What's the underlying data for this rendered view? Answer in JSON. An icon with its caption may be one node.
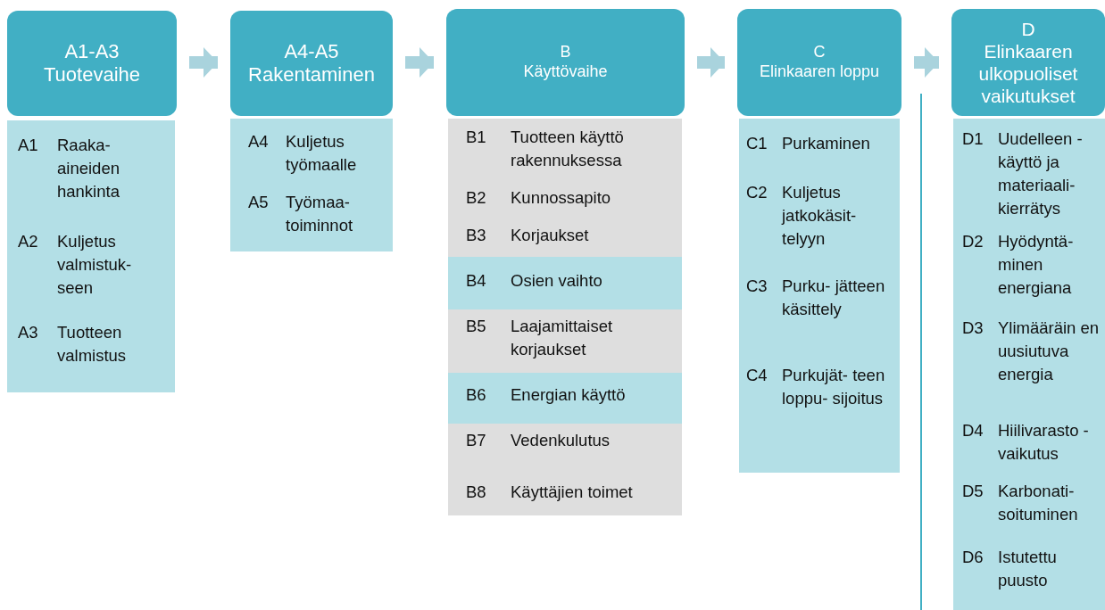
{
  "diagram": {
    "nodes": [
      {
        "text": [
          "A1-A3",
          "Tuotevaihe"
        ]
      },
      {
        "text": [],
        "shape": "box"
      },
      {
        "text": [
          "A1",
          "Raaka- aineiden hankinta"
        ],
        "in": 1
      },
      {
        "text": [
          "A2",
          "Kuljetus valmistuk- seen"
        ],
        "in": 1
      },
      {
        "text": [
          "A3",
          "Tuotteen valmistus"
        ],
        "in": 1
      },
      {
        "text": [
          "A4-A5",
          "Rakentaminen"
        ]
      },
      {
        "text": [],
        "shape": "box"
      },
      {
        "text": [
          "A4",
          "Kuljetus työmaalle"
        ],
        "in": 6
      },
      {
        "text": [
          "A5",
          "Työmaa- toiminnot"
        ],
        "in": 6
      },
      {
        "text": [
          "B",
          "Käyttövaihe"
        ]
      },
      {
        "text": [],
        "shape": "box"
      },
      {
        "text": [
          "B1",
          "Tuotteen käyttö rakennuksessa"
        ],
        "in": 10
      },
      {
        "text": [
          "B2",
          "Kunnossapito"
        ],
        "in": 10
      },
      {
        "text": [
          "B3",
          "Korjaukset"
        ],
        "in": 10
      },
      {
        "text": [
          "B4",
          "Osien vaihto"
        ],
        "in": 10
      },
      {
        "text": [
          "B5",
          "Laajamittaiset korjaukset"
        ],
        "in": 10
      },
      {
        "text": [
          "B6",
          "Energian käyttö"
        ],
        "in": 10
      },
      {
        "text": [
          "B7",
          "Vedenkulutus"
        ],
        "in": 10
      },
      {
        "text": [
          "B8",
          "Käyttäjien toimet"
        ],
        "in": 10
      },
      {
        "text": [
          "C",
          "Elinkaaren loppu"
        ]
      },
      {
        "text": [],
        "shape": "box"
      },
      {
        "text": [
          "C1",
          "Purkaminen"
        ],
        "in": 20
      },
      {
        "text": [
          "C2",
          "Kuljetus jatkokäsit- telyyn"
        ],
        "in": 20
      },
      {
        "text": [
          "C3",
          "Purku- jätteen käsittely"
        ],
        "in": 20
      },
      {
        "text": [
          "C4",
          "Purkujät- teen loppu- sijoitus"
        ],
        "in": 20
      },
      {
        "text": [
          "D",
          "Elinkaaren ulkopuoliset vaikutukset"
        ]
      },
      {
        "text": [],
        "shape": "box"
      },
      {
        "text": [
          "D1",
          "Uudelleen -käyttö ja materiaali- kierrätys"
        ],
        "in": 26
      },
      {
        "text": [
          "D2",
          "Hyödyntä- minen energiana"
        ],
        "in": 26
      },
      {
        "text": [
          "D3",
          "Ylimääräin en uusiutuva energia"
        ],
        "in": 26
      },
      {
        "text": [
          "D4",
          "Hiilivarasto -vaikutus"
        ],
        "in": 26
      },
      {
        "text": [
          "D5",
          "Karbonati- soituminen"
        ],
        "in": 26
      },
      {
        "text": [
          "D6",
          "Istutettu puusto"
        ],
        "in": 26
      }
    ],
    "edges": [
      {
        "from": 0,
        "to": 5,
        "arrow": "to"
      },
      {
        "from": 5,
        "to": 9,
        "arrow": "to"
      },
      {
        "from": 9,
        "to": 19,
        "arrow": "to"
      },
      {
        "from": 19,
        "to": 25,
        "arrow": "to"
      }
    ]
  }
}
